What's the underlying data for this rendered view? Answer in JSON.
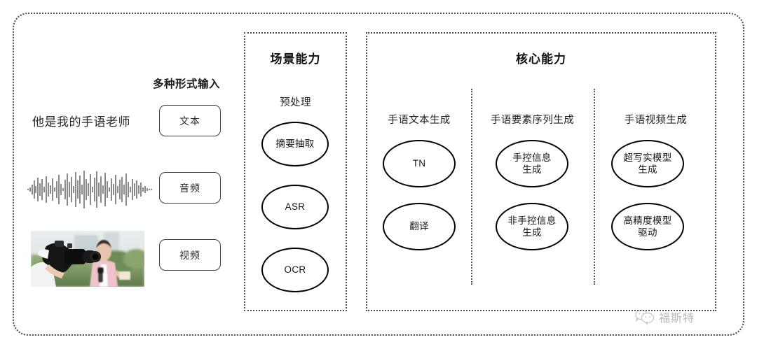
{
  "diagram": {
    "title_hidden": "",
    "left_section": {
      "heading": "多种形式输入",
      "sample_text": "他是我的手语老师",
      "modalities": [
        {
          "label": "文本",
          "media": "text"
        },
        {
          "label": "音频",
          "media": "waveform"
        },
        {
          "label": "视频",
          "media": "video-thumbnail"
        }
      ]
    },
    "scene_panel": {
      "title": "场景能力",
      "group_label": "预处理",
      "nodes": [
        "摘要抽取",
        "ASR",
        "OCR"
      ]
    },
    "core_panel": {
      "title": "核心能力",
      "columns": [
        {
          "label": "手语文本生成",
          "nodes": [
            "TN",
            "翻译"
          ]
        },
        {
          "label": "手语要素序列生成",
          "nodes": [
            "手控信息\n生成",
            "非手控信息\n生成"
          ]
        },
        {
          "label": "手语视频生成",
          "nodes": [
            "超写实模型\n生成",
            "高精度模型\n驱动"
          ]
        }
      ]
    },
    "watermark": {
      "icon": "wechat-icon",
      "text": "福斯特"
    },
    "colors": {
      "background": "#ffffff",
      "border_dotted": "#4a4a4a",
      "node_stroke": "#000000",
      "text": "#1c1c1c"
    }
  }
}
